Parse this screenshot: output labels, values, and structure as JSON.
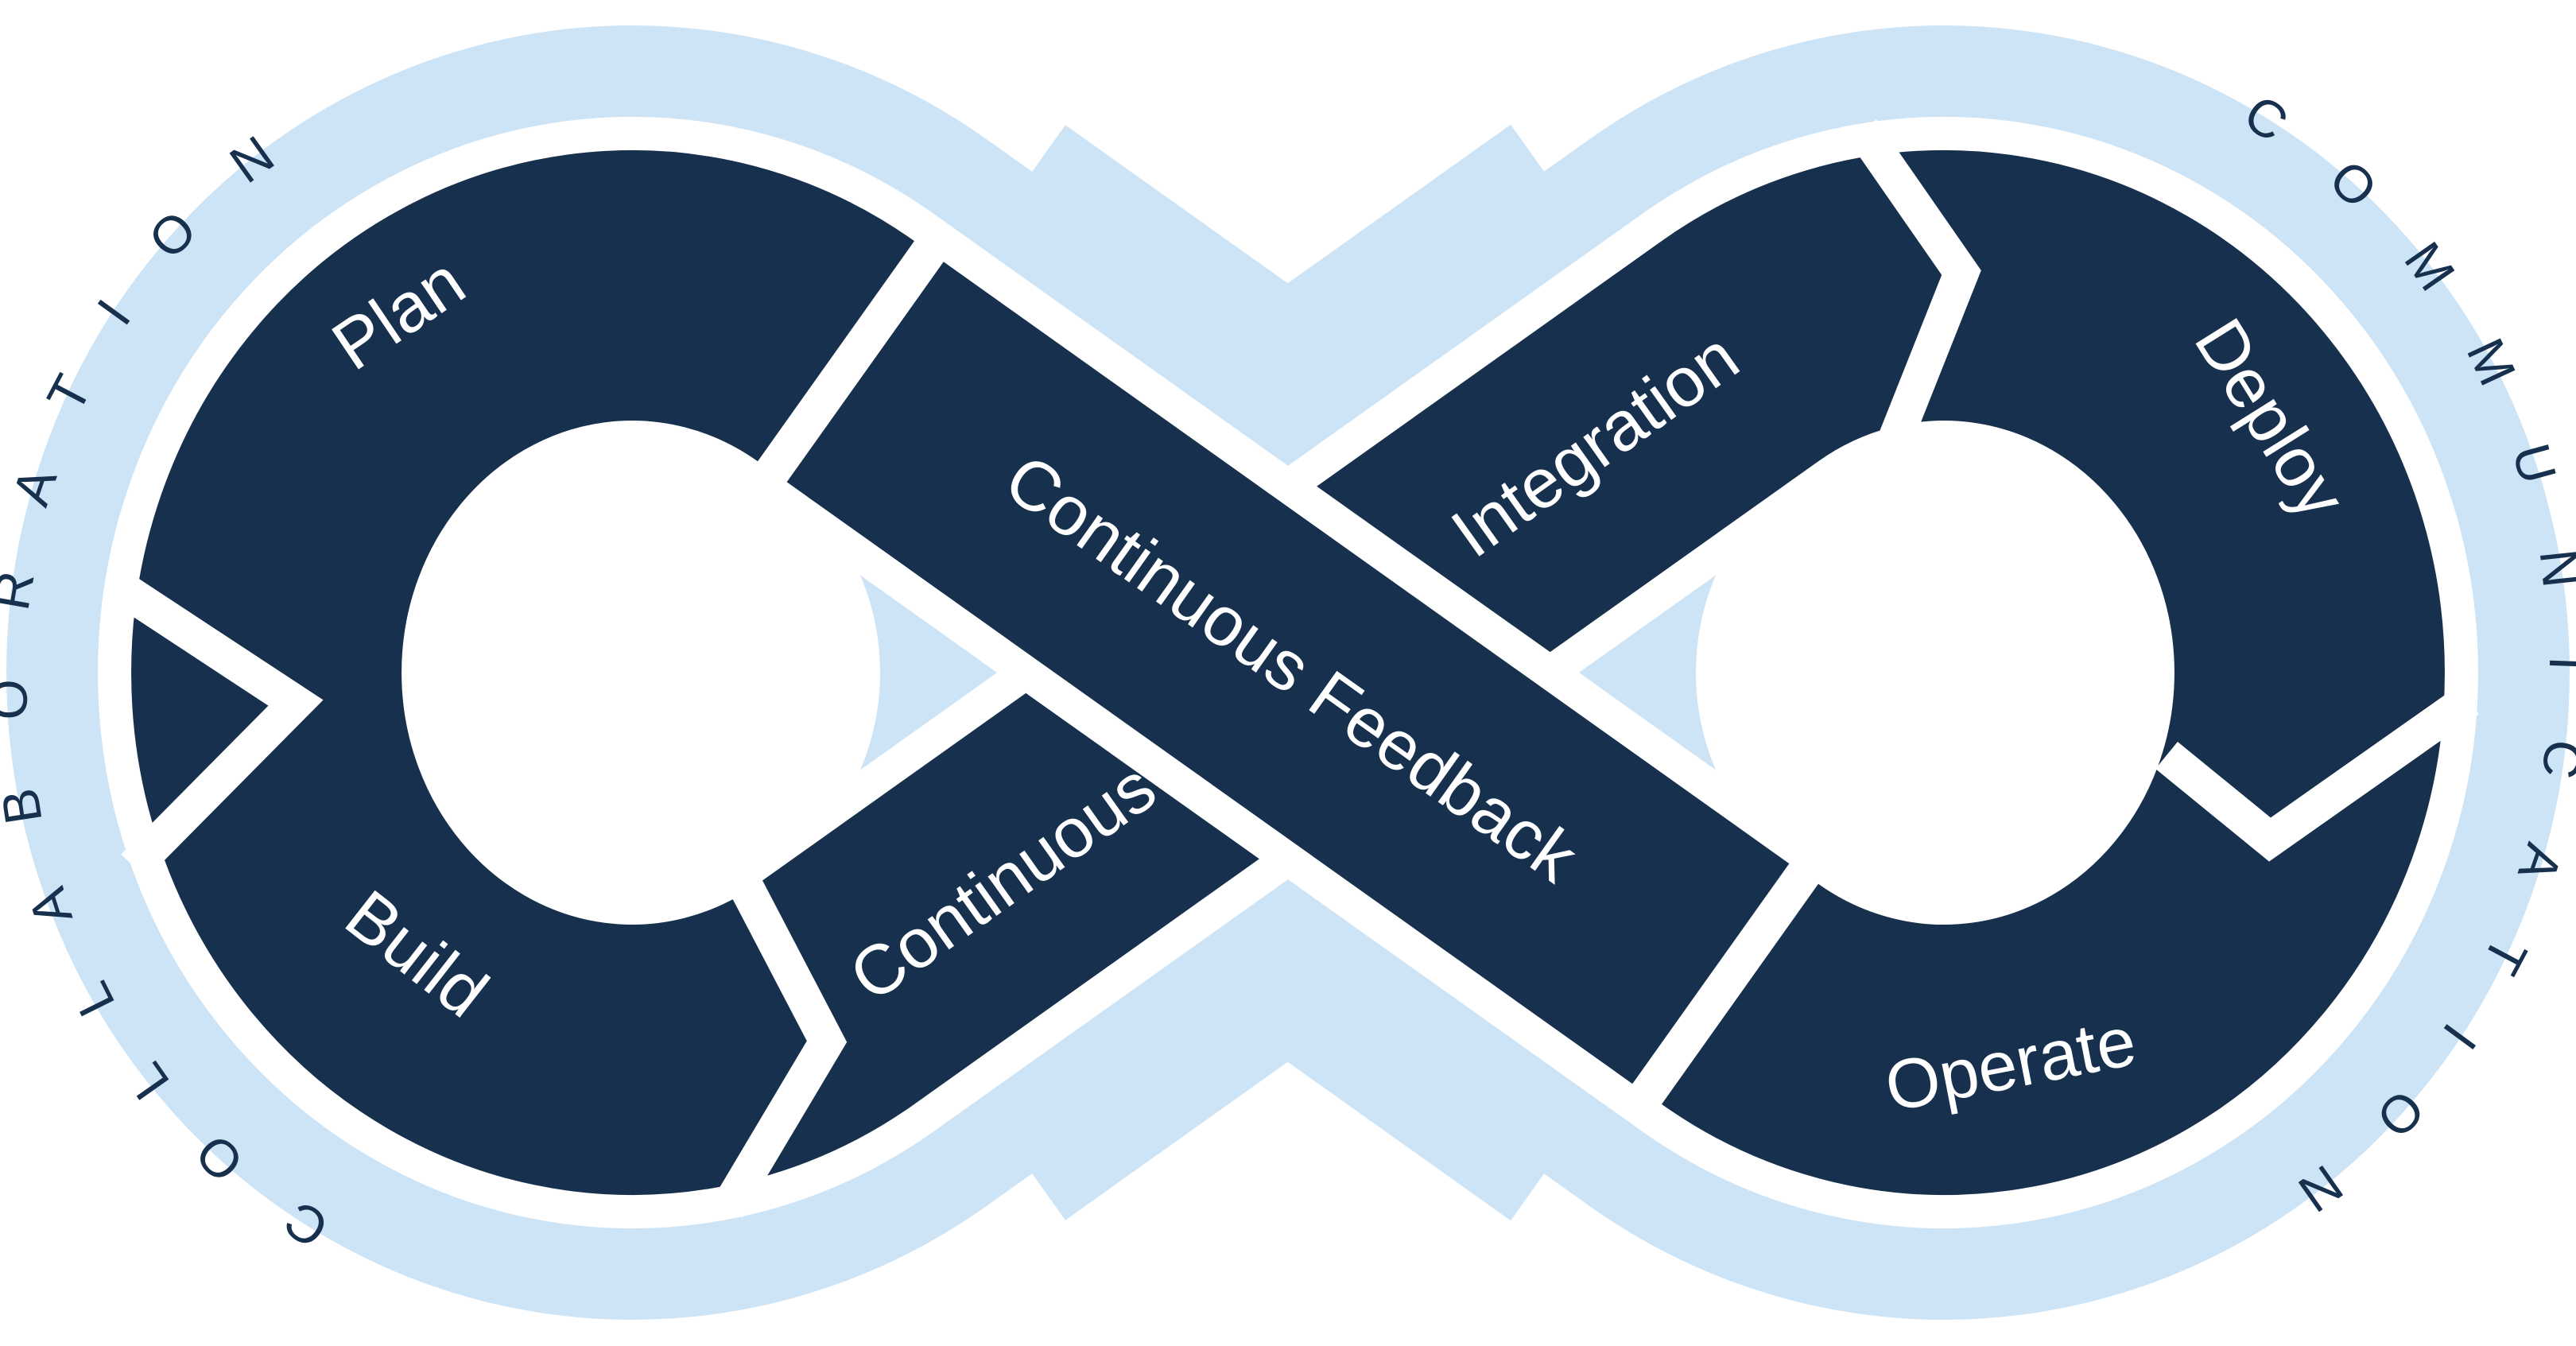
{
  "diagram_type": "devops-infinity-loop",
  "colors": {
    "navy": "#16304e",
    "light_blue": "#cde4f6",
    "white": "#ffffff"
  },
  "outer_band": {
    "left_arc_label": "COLLABORATION",
    "right_arc_label": "COMMUNICATION"
  },
  "left_loop": {
    "top_segment_label": "Plan",
    "bottom_segment_label": "Build"
  },
  "right_loop": {
    "top_segment_label": "Integration",
    "right_segment_label": "Deploy",
    "bottom_segment_label": "Operate"
  },
  "crossing_bands": {
    "top_band_label": "Continuous Feedback",
    "bottom_band_label": "Continuous"
  }
}
